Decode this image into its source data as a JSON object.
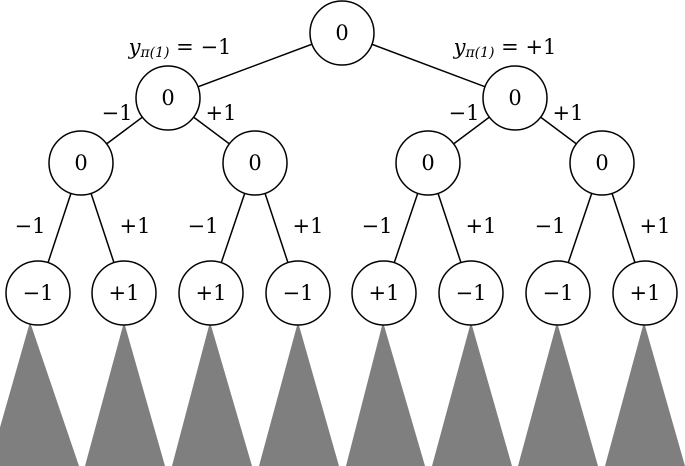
{
  "tree": {
    "root": {
      "label": "0"
    },
    "branch_labels": {
      "left": {
        "var": "y",
        "sub": "π(1)",
        "rest": " = −1"
      },
      "right": {
        "var": "y",
        "sub": "π(1)",
        "rest": " = +1"
      }
    },
    "level1": [
      {
        "label": "0"
      },
      {
        "label": "0"
      }
    ],
    "level1_edge_labels": [
      "−1",
      "+1",
      "−1",
      "+1"
    ],
    "level2": [
      {
        "label": "0"
      },
      {
        "label": "0"
      },
      {
        "label": "0"
      },
      {
        "label": "0"
      }
    ],
    "level2_edge_labels": [
      "−1",
      "+1",
      "−1",
      "+1",
      "−1",
      "+1",
      "−1",
      "+1"
    ],
    "leaves": [
      {
        "label": "−1"
      },
      {
        "label": "+1"
      },
      {
        "label": "+1"
      },
      {
        "label": "−1"
      },
      {
        "label": "+1"
      },
      {
        "label": "−1"
      },
      {
        "label": "−1"
      },
      {
        "label": "+1"
      }
    ],
    "subtree_color": "#7f7f7f"
  }
}
